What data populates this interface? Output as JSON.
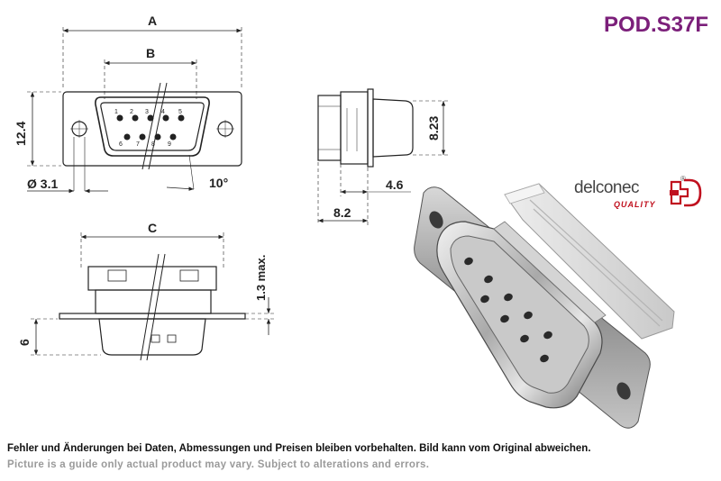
{
  "part_code": "POD.S37F",
  "brand": {
    "name": "delconec",
    "tagline": "QUALITY",
    "registered_mark": "®",
    "accent_color": "#c0101e",
    "mark_icon": "plus-d-logo"
  },
  "dimensions": {
    "overall_width": "A",
    "pin_field_width": "B",
    "body_width": "C",
    "height": "12.4",
    "hole_diameter": "Ø 3.1",
    "angle": "10°",
    "shell_height": "8.23",
    "flange_offset": "4.6",
    "depth": "8.2",
    "rivet_protrusion": "1.3 max.",
    "shell_depth": "6"
  },
  "pin_numbers": [
    "1",
    "2",
    "3",
    "4",
    "5",
    "6",
    "7",
    "8",
    "9"
  ],
  "disclaimer": {
    "de": "Fehler und Änderungen bei Daten, Abmessungen und Preisen bleiben vorbehalten. Bild kann vom Original abweichen.",
    "en": "Picture is a guide only actual product may vary. Subject to alterations and errors."
  },
  "colors": {
    "title": "#7b1f7a",
    "english_note": "#9a9a9a"
  }
}
